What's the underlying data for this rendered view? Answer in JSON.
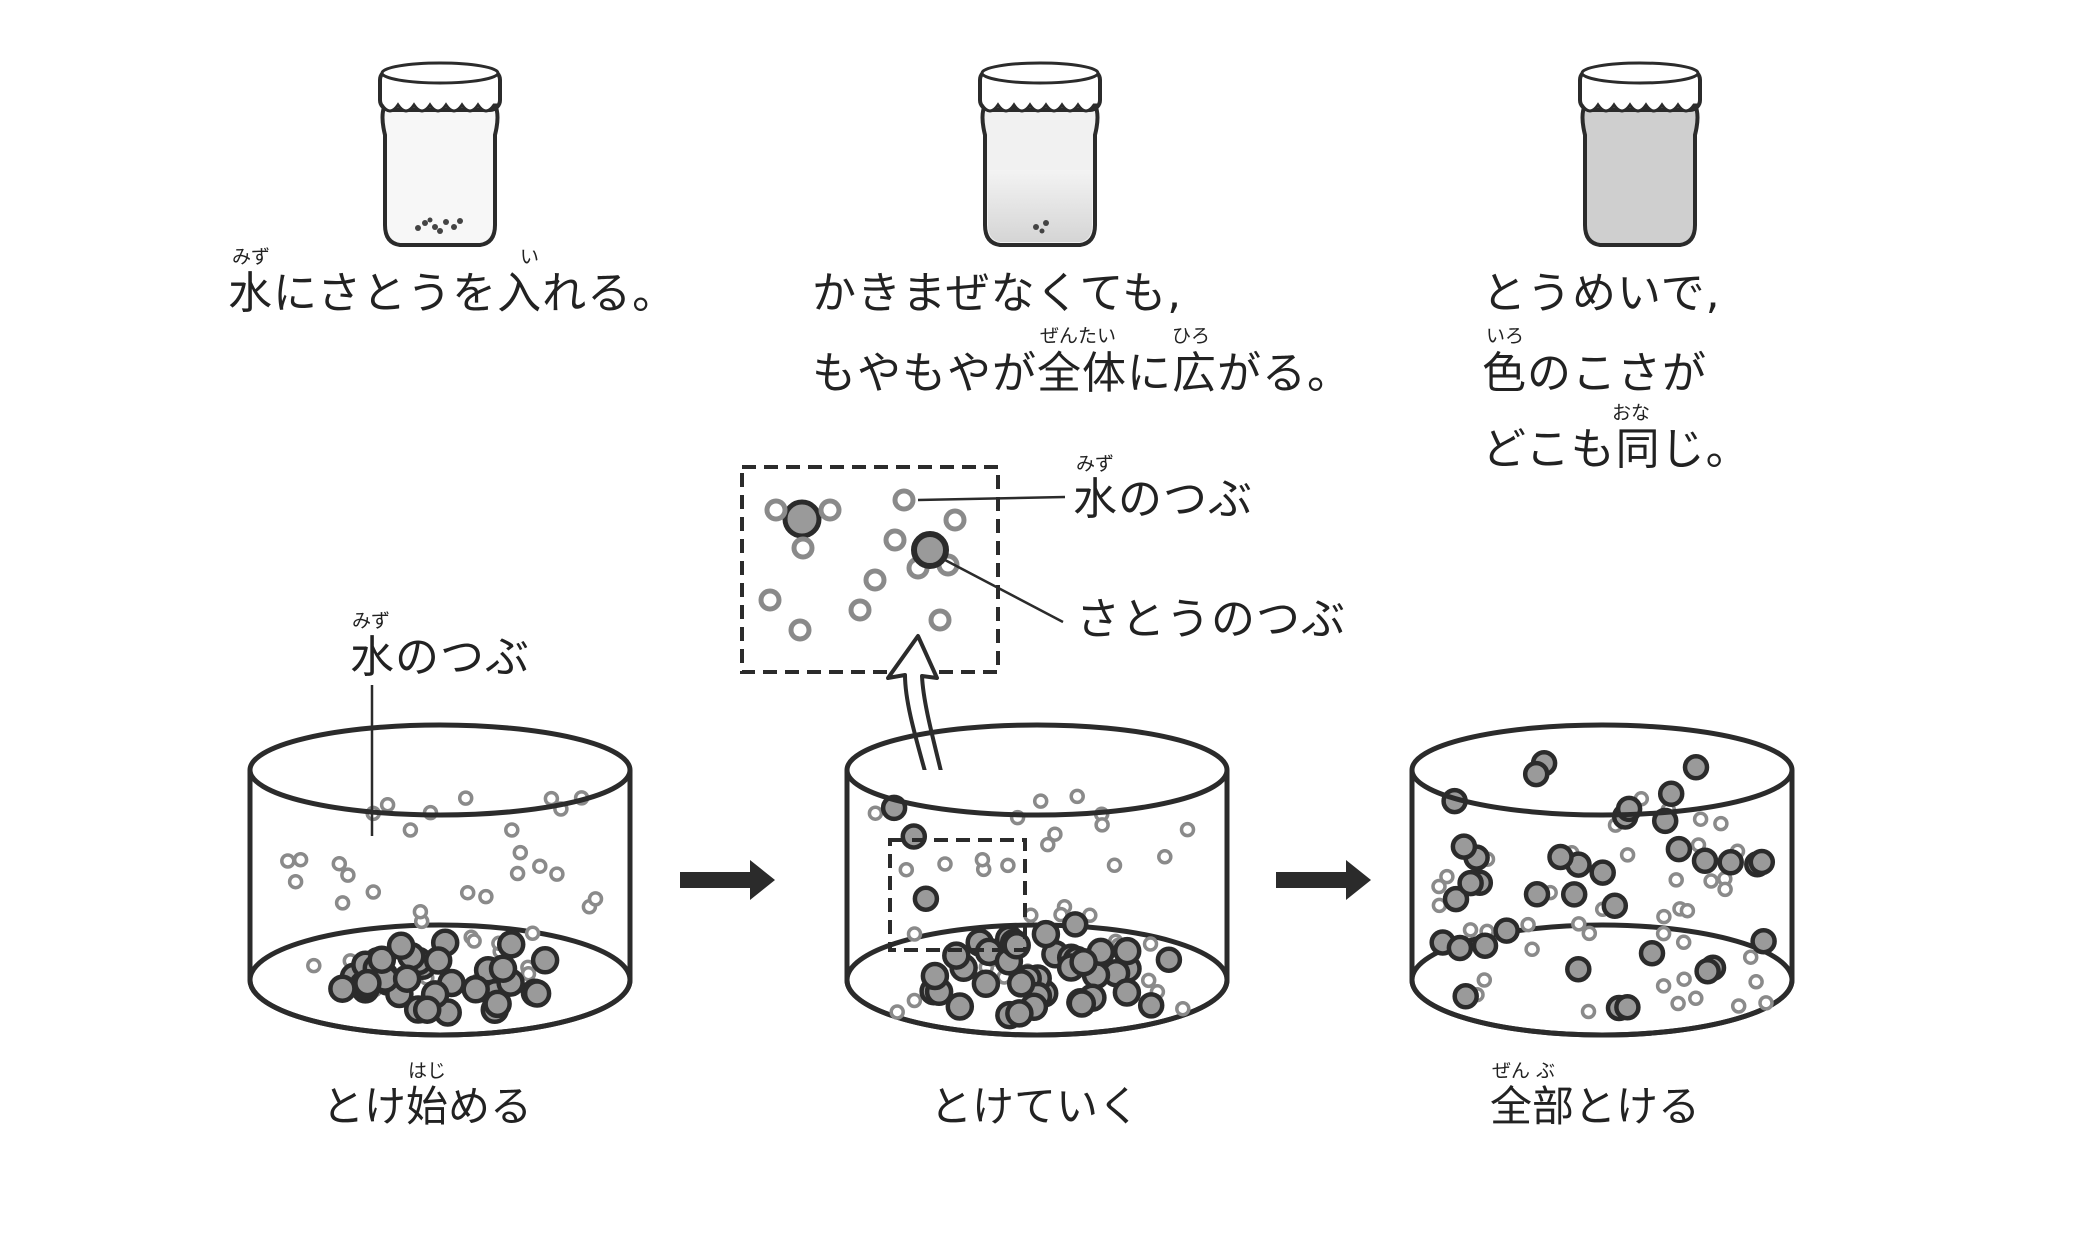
{
  "step1": {
    "text": "水にさとうを入れる。",
    "ruby_mizu": "みず",
    "ruby_i": "い"
  },
  "step2": {
    "line1": "かきまぜなくても,",
    "line2": "もやもやが全体に広がる。",
    "ruby_zentai": "ぜんたい",
    "ruby_hiro": "ひろ"
  },
  "step3": {
    "line1": "とうめいで,",
    "line2": "色のこさが",
    "line3": "どこも同じ。",
    "ruby_iro": "いろ",
    "ruby_ona": "おな"
  },
  "zoom": {
    "water_label": "水のつぶ",
    "water_ruby": "みず",
    "sugar_label": "さとうのつぶ"
  },
  "beaker1": {
    "water_label": "水のつぶ",
    "water_ruby": "みず",
    "caption": "とけ始める",
    "caption_ruby": "はじ"
  },
  "beaker2": {
    "caption": "とけていく"
  },
  "beaker3": {
    "caption": "全部とける",
    "caption_ruby": "ぜん ぶ"
  },
  "colors": {
    "outline": "#2b2b2b",
    "water_particle": "#8a8a8a",
    "sugar_particle_fill": "#9a9a9a",
    "arrow": "#2b2b2b"
  }
}
